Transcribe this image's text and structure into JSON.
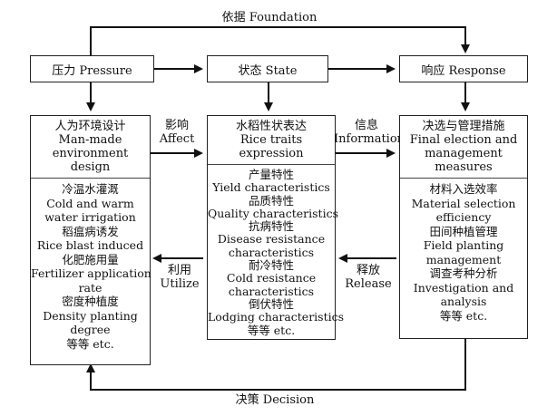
{
  "top_arrow_label": "依据 Foundation",
  "bottom_arrow_label": "决策 Decision",
  "stages": {
    "pressure": "压力 Pressure",
    "state": "状态 State",
    "response": "响应 Response"
  },
  "arrow_labels": {
    "affect": [
      "影响",
      "Affect"
    ],
    "information": [
      "信息",
      "Information"
    ],
    "utilize": [
      "利用",
      "Utilize"
    ],
    "release": [
      "释放",
      "Release"
    ]
  },
  "columns": {
    "left": {
      "title": [
        "人为环境设计",
        "Man-made",
        "environment design"
      ],
      "items": [
        "冷温水灌溉",
        "Cold and warm",
        "water irrigation",
        "稻瘟病诱发",
        "Rice blast induced",
        "化肥施用量",
        "Fertilizer application",
        "rate",
        "密度种植度",
        "Density planting",
        "degree",
        "等等 etc."
      ]
    },
    "middle": {
      "title": [
        "水稻性状表达",
        "Rice traits",
        "expression"
      ],
      "items": [
        "产量特性",
        "Yield characteristics",
        "品质特性",
        "Quality characteristics",
        "抗病特性",
        "Disease resistance",
        "characteristics",
        "耐冷特性",
        "Cold resistance",
        "characteristics",
        "倒伏特性",
        "Lodging characteristics",
        "等等 etc."
      ]
    },
    "right": {
      "title": [
        "决选与管理措施",
        "Final election and",
        "management measures"
      ],
      "items": [
        "材料入选效率",
        "Material selection",
        "efficiency",
        "田间种植管理",
        "Field planting",
        "management",
        "调查考种分析",
        "Investigation and",
        "analysis",
        "等等 etc."
      ]
    }
  }
}
